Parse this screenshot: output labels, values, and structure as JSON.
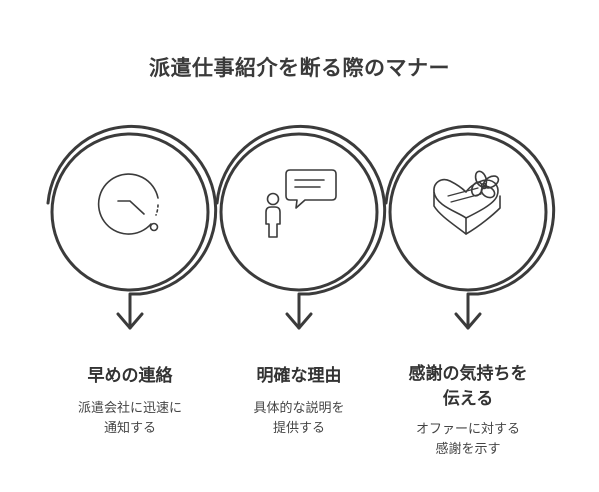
{
  "title": "派遣仕事紹介を断る際のマナー",
  "colors": {
    "stroke": "#3b3b3b",
    "background": "#ffffff",
    "text": "#333333"
  },
  "steps": [
    {
      "icon": "clock-icon",
      "title_lines": [
        "早めの連絡"
      ],
      "desc_lines": [
        "派遣会社に迅速に",
        "通知する"
      ]
    },
    {
      "icon": "person-speech-bubble-icon",
      "title_lines": [
        "明確な理由"
      ],
      "desc_lines": [
        "具体的な説明を",
        "提供する"
      ]
    },
    {
      "icon": "heart-gift-box-icon",
      "title_lines": [
        "感謝の気持ちを",
        "伝える"
      ],
      "desc_lines": [
        "オファーに対する",
        "感謝を示す"
      ]
    }
  ]
}
